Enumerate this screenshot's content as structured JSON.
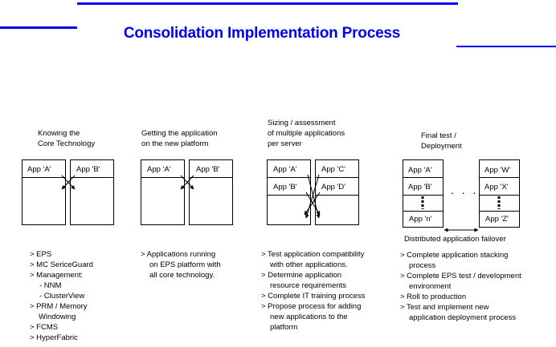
{
  "title": "Consolidation Implementation Process",
  "colors": {
    "accent": "#0000ee",
    "line": "#000000"
  },
  "steps": [
    {
      "heading": "Knowing the\nCore Technology",
      "apps": [
        "App 'A'",
        "App 'B'"
      ],
      "bullets": [
        "> EPS",
        "> MC SericeGuard",
        "> Management:",
        "- NNM",
        "- ClusterView",
        "> PRM / Memory\nWindowing",
        "> FCMS",
        "> HyperFabric"
      ]
    },
    {
      "heading": "Getting the application\non the new platform",
      "apps": [
        "App 'A'",
        "App 'B'"
      ],
      "bullets": [
        "> Applications running\non EPS platform with\nall core technology."
      ]
    },
    {
      "heading": "Sizing / assessment\nof multiple applications\nper server",
      "apps": [
        "App 'A'",
        "App 'B'",
        "App 'C'",
        "App 'D'"
      ],
      "bullets": [
        "> Test application compatibility\nwith other applications.",
        "> Determine application\nresource requirements",
        "> Complete IT training process",
        "> Propose process for adding\nnew applications to the\nplatform"
      ]
    },
    {
      "heading": "Final test /\nDeployment",
      "apps": [
        "App 'A'",
        "App 'B'",
        "App 'n'",
        "App 'W'",
        "App 'X'",
        "App 'Z'"
      ],
      "caption": "Distributed application failover",
      "ellipsis": ". . .",
      "bullets": [
        "> Complete application stacking\nprocess",
        "> Complete EPS test / development\nenvironment",
        "> Roll to production",
        "> Test and implement new\napplication deployment process"
      ]
    }
  ]
}
